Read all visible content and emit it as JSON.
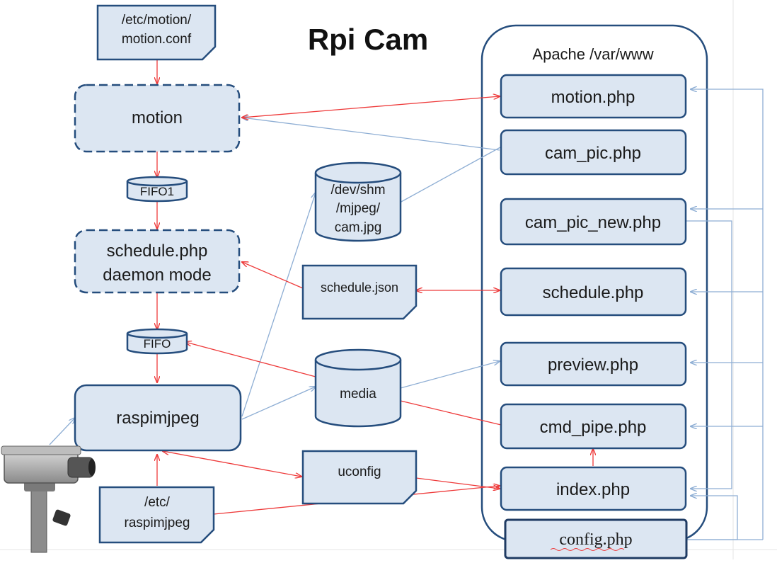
{
  "title": "Rpi Cam",
  "apache_group_label": "Apache /var/www",
  "files": {
    "motion_conf": [
      "/etc/motion/",
      "motion.conf"
    ],
    "schedule_json": "schedule.json",
    "uconfig": "uconfig",
    "raspimjpeg_conf": [
      "/etc/",
      "raspimjpeg"
    ]
  },
  "processes": {
    "motion": "motion",
    "schedule_daemon": [
      "schedule.php",
      "daemon mode"
    ],
    "raspimjpeg": "raspimjpeg"
  },
  "pipes": {
    "fifo1": "FIFO1",
    "fifo": "FIFO"
  },
  "stores": {
    "shm": [
      "/dev/shm",
      "/mjpeg/",
      "cam.jpg"
    ],
    "media": "media"
  },
  "php_pages": [
    "motion.php",
    "cam_pic.php",
    "cam_pic_new.php",
    "schedule.php",
    "preview.php",
    "cmd_pipe.php",
    "index.php"
  ],
  "config_page": "config.php",
  "colors": {
    "box_fill": "#dce6f2",
    "box_stroke": "#254d7d",
    "red_arrow": "#ee3a3a",
    "blue_arrow": "#8eaed4",
    "text": "#1a1a1a"
  },
  "icons": [
    "security-camera-icon"
  ]
}
